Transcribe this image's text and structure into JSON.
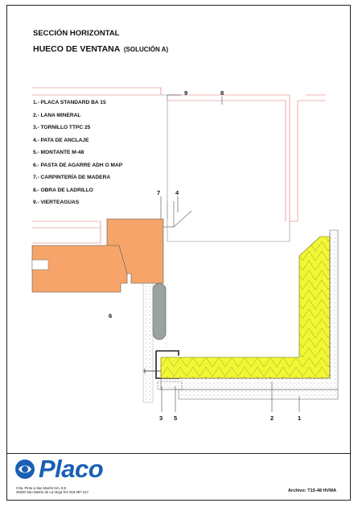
{
  "header": {
    "title": "SECCIÓN HORIZONTAL",
    "subtitle": "HUECO DE VENTANA",
    "subtitle_suffix": "(SOLUCIÓN A)"
  },
  "legend": [
    "1.- PLACA STANDARD BA 15",
    "2.- LANA MINERAL",
    "3.- TORNILLO TTPC 25",
    "4.- PATA DE ANCLAJE",
    "5.- MONTANTE M-48",
    "6.- PASTA DE AGARRE ADH O MAP",
    "7.- CARPINTERÍA DE MADERA",
    "8.- OBRA DE LADRILLO",
    "9.- VIERTEAGUAS"
  ],
  "callouts": {
    "c9": "9",
    "c8": "8",
    "c7": "7",
    "c4": "4",
    "c6": "6",
    "c3": "3",
    "c5": "5",
    "c2": "2",
    "c1": "1"
  },
  "footer": {
    "brand": "Placo",
    "address_line1": "Crta. Pinto a San Martín Km. 8,9",
    "address_line2": "28330 San Martín de La Vega  Tel: 918 087 217",
    "archive": "Archivo: T15-48 HVMA"
  },
  "colors": {
    "wood": "#f7a46a",
    "insulation": "#f1f734",
    "brick_line": "#e06a6a",
    "frame_grey": "#9aa39c",
    "plaster_fill": "#e6e6e6",
    "brand_blue": "#1a5fb4"
  }
}
